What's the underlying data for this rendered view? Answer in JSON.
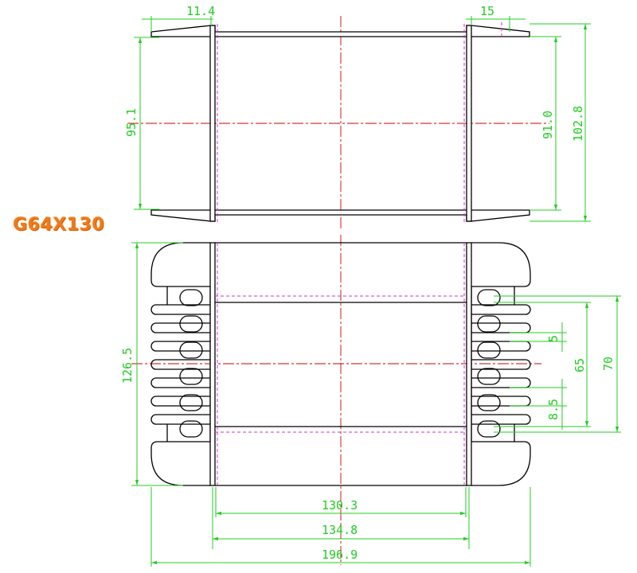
{
  "title": "G64X130",
  "colors": {
    "outline": "#000000",
    "dimension": "#22cc22",
    "center_line": "#cc0000",
    "hidden_line": "#cc33cc",
    "title": "#f07a1c"
  },
  "top_view": {
    "dimensions": {
      "flange_left": "11.4",
      "flange_right": "15",
      "left_height": "95.1",
      "right_inner": "91.0",
      "right_outer": "102.8"
    }
  },
  "front_view": {
    "dimensions": {
      "height_left": "126.5",
      "slot": "5",
      "pitch": "8.5",
      "span_65": "65",
      "span_70": "70",
      "width_inner": "130.3",
      "width_mid": "134.8",
      "width_overall": "196.9"
    }
  }
}
